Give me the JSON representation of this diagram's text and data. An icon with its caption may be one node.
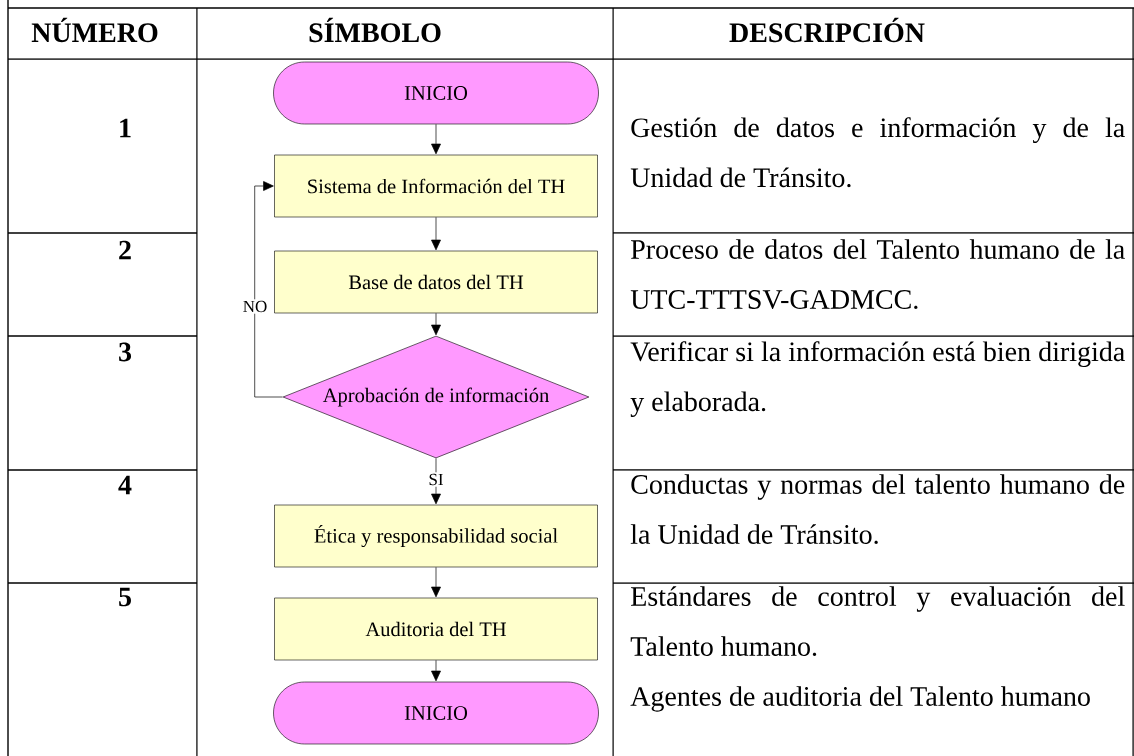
{
  "diagram": {
    "nodes": [
      {
        "text": [
          "INICIO"
        ]
      },
      {
        "text": [
          "Sistema de Información del TH"
        ]
      },
      {
        "text": [
          "Base de datos del TH"
        ]
      },
      {
        "text": [
          "Aprobación de información"
        ]
      },
      {
        "text": [
          "Ética y responsabilidad social"
        ]
      },
      {
        "text": [
          "Auditoria del TH"
        ]
      },
      {
        "text": [
          "INICIO"
        ]
      }
    ],
    "edges": [
      {
        "from": 0,
        "to": 1,
        "arrow": "to"
      },
      {
        "from": 1,
        "to": 2,
        "arrow": "to"
      },
      {
        "from": 2,
        "to": 3,
        "arrow": "to"
      },
      {
        "from": 3,
        "to": 1,
        "arrow": "to",
        "label": "NO"
      },
      {
        "from": 3,
        "to": 4,
        "arrow": "to",
        "label": "SI"
      },
      {
        "from": 4,
        "to": 5,
        "arrow": "to"
      },
      {
        "from": 5,
        "to": 6,
        "arrow": "to"
      }
    ],
    "labels": [
      "NÚMERO",
      "SÍMBOLO",
      "DESCRIPCIÓN",
      "1",
      "Gestión de datos e información y de la Unidad de Tránsito.",
      "2",
      "Proceso de datos del Talento humano de la UTC-TTTSV-GADMCC.",
      "3",
      "Verificar si la información está bien dirigida y elaborada.",
      "4",
      "Conductas y normas del talento humano de la Unidad de Tránsito.",
      "5",
      "Estándares de control y evaluación del Talento humano.",
      "Agentes de auditoria del Talento humano"
    ]
  }
}
